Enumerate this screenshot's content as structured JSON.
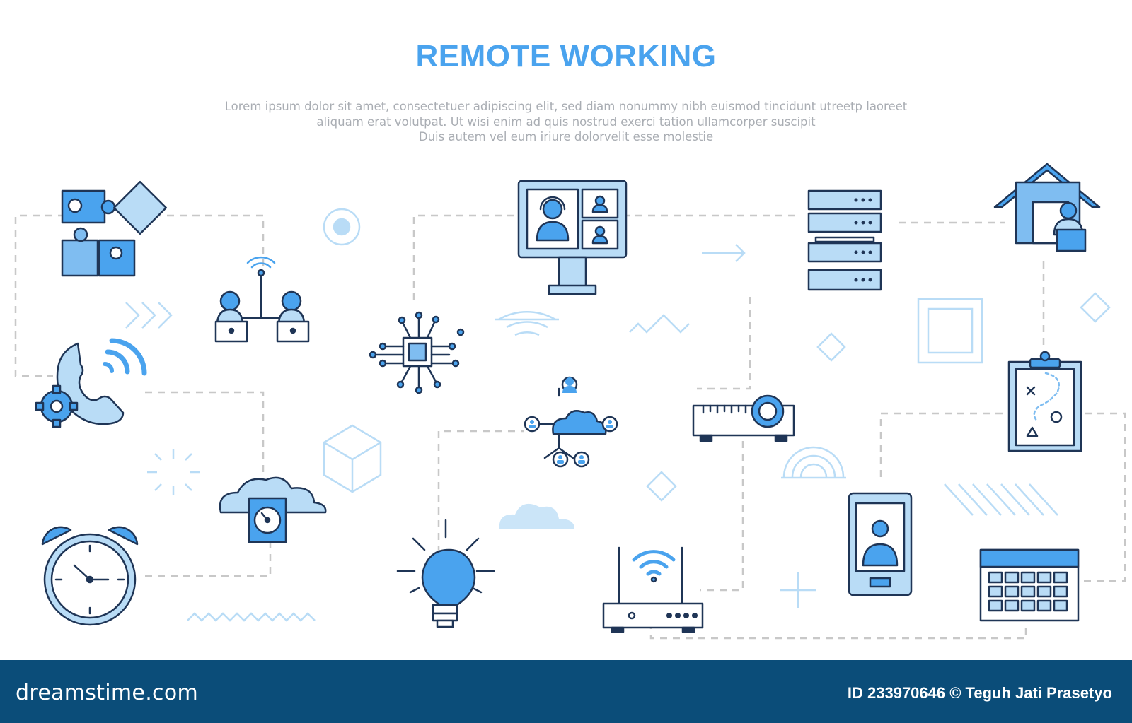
{
  "title": "REMOTE WORKING",
  "description": [
    "Lorem ipsum dolor sit amet, consectetuer adipiscing elit, sed diam nonummy nibh euismod tincidunt utreetp laoreet",
    "aliquam erat volutpat. Ut wisi enim ad  quis nostrud exerci tation ullamcorper suscipit",
    "Duis autem vel eum iriure dolorvelit esse molestie"
  ],
  "footer": {
    "logo": "dreamstime.com",
    "credit": "ID 233970646 © Teguh Jati Prasetyo"
  },
  "colors": {
    "accent": "#4aa3ee",
    "light_fill": "#7fbdf1",
    "outline": "#1f3556",
    "decor": "#b9dcf6",
    "footer_bg": "#0b4d79"
  },
  "icons": [
    "puzzle-icon",
    "remote-team-wifi-icon",
    "network-chip-icon",
    "video-conference-icon",
    "server-icon",
    "home-worker-icon",
    "phone-settings-icon",
    "cloud-network-icon",
    "projector-icon",
    "clipboard-strategy-icon",
    "cloud-storage-icon",
    "alarm-clock-icon",
    "lightbulb-icon",
    "wifi-router-icon",
    "smartphone-profile-icon",
    "calendar-icon"
  ]
}
